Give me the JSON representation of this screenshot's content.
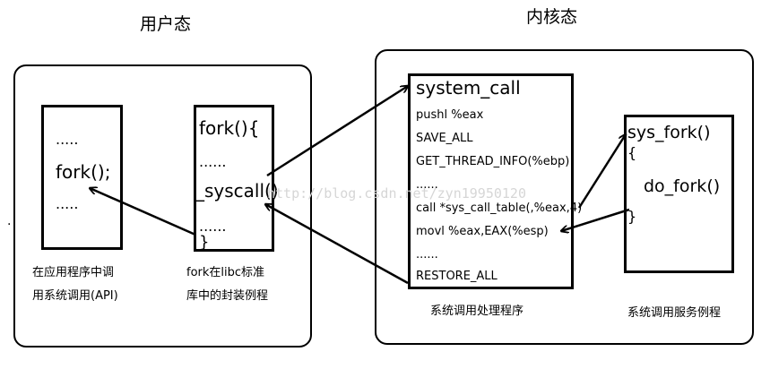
{
  "regions": {
    "user_mode": {
      "title": "用户态"
    },
    "kernel_mode": {
      "title": "内核态"
    }
  },
  "app_box": {
    "lines": [
      ".....",
      "fork();",
      "....."
    ],
    "caption": [
      "在应用程序中调",
      "用系统调用(API)"
    ]
  },
  "libc_box": {
    "lines": [
      "fork(){",
      "......",
      "_syscall()",
      "......",
      "}"
    ],
    "caption": [
      "fork在libc标准",
      "库中的封装例程"
    ]
  },
  "handler_box": {
    "title": "system_call",
    "lines": [
      "pushl %eax",
      "SAVE_ALL",
      "GET_THREAD_INFO(%ebp)",
      "......",
      "call *sys_call_table(,%eax,4)",
      "movl %eax,EAX(%esp)",
      "......",
      "RESTORE_ALL"
    ],
    "caption": "系统调用处理程序"
  },
  "service_box": {
    "lines": [
      "sys_fork()",
      "{",
      "do_fork()",
      "}"
    ],
    "caption": "系统调用服务例程"
  },
  "watermark": "http://blog.csdn.net/zyn19950120",
  "stray_mark": "."
}
